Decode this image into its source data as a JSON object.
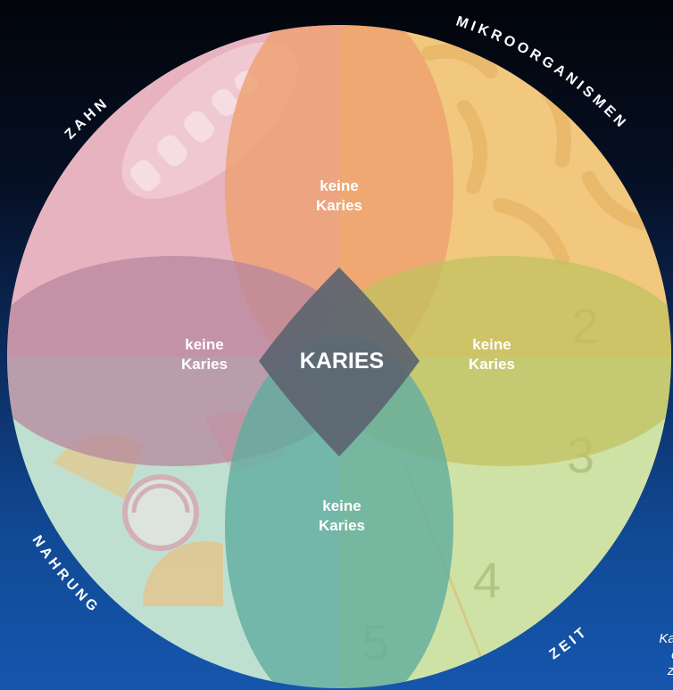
{
  "labels": {
    "zahn": "ZAHN",
    "mikroorganismen": "MIKROORGANISMEN",
    "nahrung": "NAHRUNG",
    "zeit": "ZEIT"
  },
  "center": "KARIES",
  "petals": {
    "top": [
      "keine",
      "Karies"
    ],
    "left": [
      "keine",
      "Karies"
    ],
    "right": [
      "keine",
      "Karies"
    ],
    "bottom": [
      "keine",
      "Karies"
    ]
  },
  "caption": [
    "Karies en",
    "diese",
    "zusam"
  ],
  "colors": {
    "zahn": "#e8b3c0",
    "mikroorganismen": "#f2c77e",
    "nahrung": "#bfe0d0",
    "zeit": "#cfe2a6",
    "top_petal": "#eea06f",
    "left_petal": "#b7879d",
    "right_petal": "#c2c260",
    "bottom_petal": "#5fac9f",
    "center": "#5c6470"
  }
}
